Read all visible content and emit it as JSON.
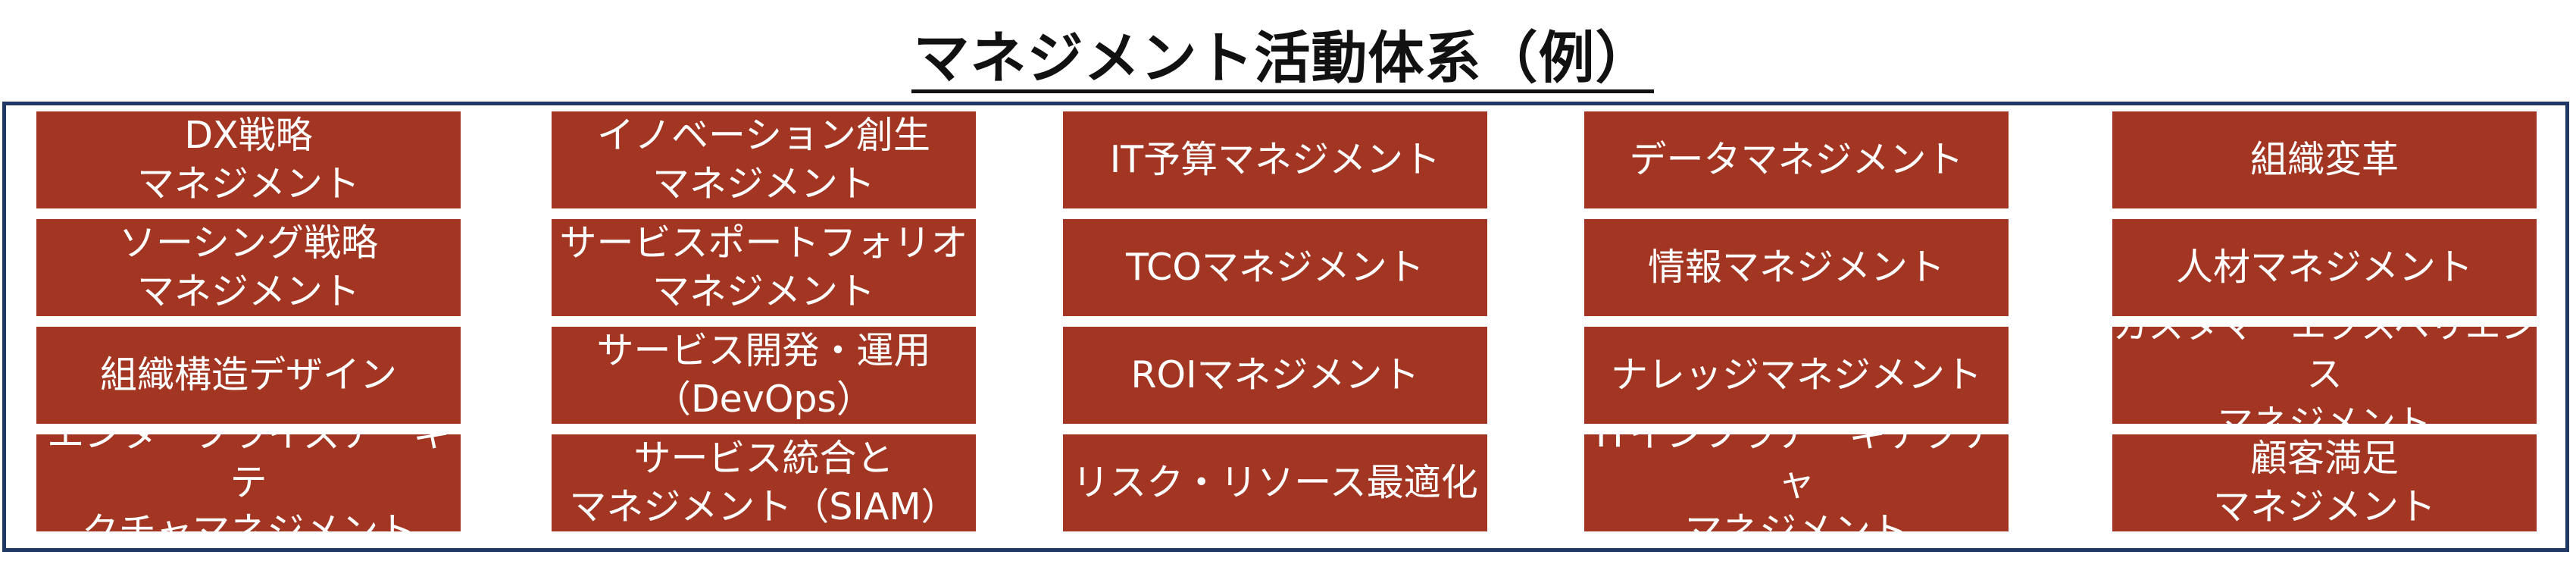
{
  "title": "マネジメント活動体系（例）",
  "colors": {
    "cell_fill": "#a23622",
    "frame_border": "#1f3864",
    "text_on_cell": "#ffffff"
  },
  "columns": [
    {
      "items": [
        "DX戦略\nマネジメント",
        "ソーシング戦略\nマネジメント",
        "組織構造デザイン",
        "エンタープライズアーキテ\nクチャマネジメント"
      ]
    },
    {
      "items": [
        "イノベーション創生\nマネジメント",
        "サービスポートフォリオ\nマネジメント",
        "サービス開発・運用\n（DevOps）",
        "サービス統合と\nマネジメント（SIAM）"
      ]
    },
    {
      "items": [
        "IT予算マネジメント",
        "TCOマネジメント",
        "ROIマネジメント",
        "リスク・リソース最適化"
      ]
    },
    {
      "items": [
        "データマネジメント",
        "情報マネジメント",
        "ナレッジマネジメント",
        "ITインフラアーキテクチャ\nマネジメント"
      ]
    },
    {
      "items": [
        "組織変革",
        "人材マネジメント",
        "カスタマーエクスペリエンス\nマネジメント",
        "顧客満足\nマネジメント"
      ]
    }
  ]
}
